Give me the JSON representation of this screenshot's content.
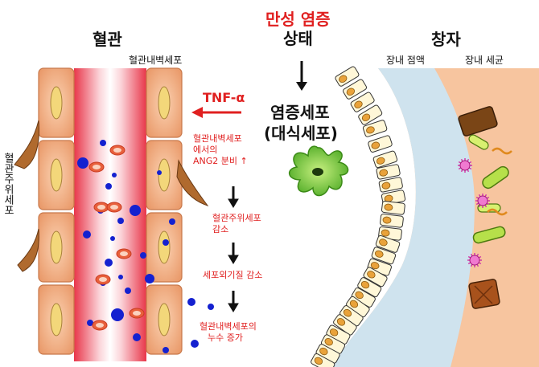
{
  "titles": {
    "vessel": "혈관",
    "intestine": "창자",
    "endothelial": "혈관내벽세포",
    "pericyte": "혈관주위세포",
    "lumen": "장내 점액",
    "bacteria": "장내 세균"
  },
  "center": {
    "condition_line1": "만성 염증",
    "condition_line2": "상태",
    "cell_line1": "염증세포",
    "cell_line2": "(대식세포)",
    "tnf": "TNF-α"
  },
  "steps": [
    {
      "line1": "혈관내벽세포",
      "line2": "에서의",
      "line3": "ANG2 분비 ↑"
    },
    {
      "line1": "혈관주위세포",
      "line2": "감소"
    },
    {
      "line1": "세포외기질 감소"
    },
    {
      "line1": "혈관내벽세포의",
      "line2": "누수 증가"
    }
  ],
  "colors": {
    "accent_red": "#e02020",
    "mucus": "#cfe3ee",
    "tissue": "#f7c59f",
    "cell": "#f2a878"
  }
}
